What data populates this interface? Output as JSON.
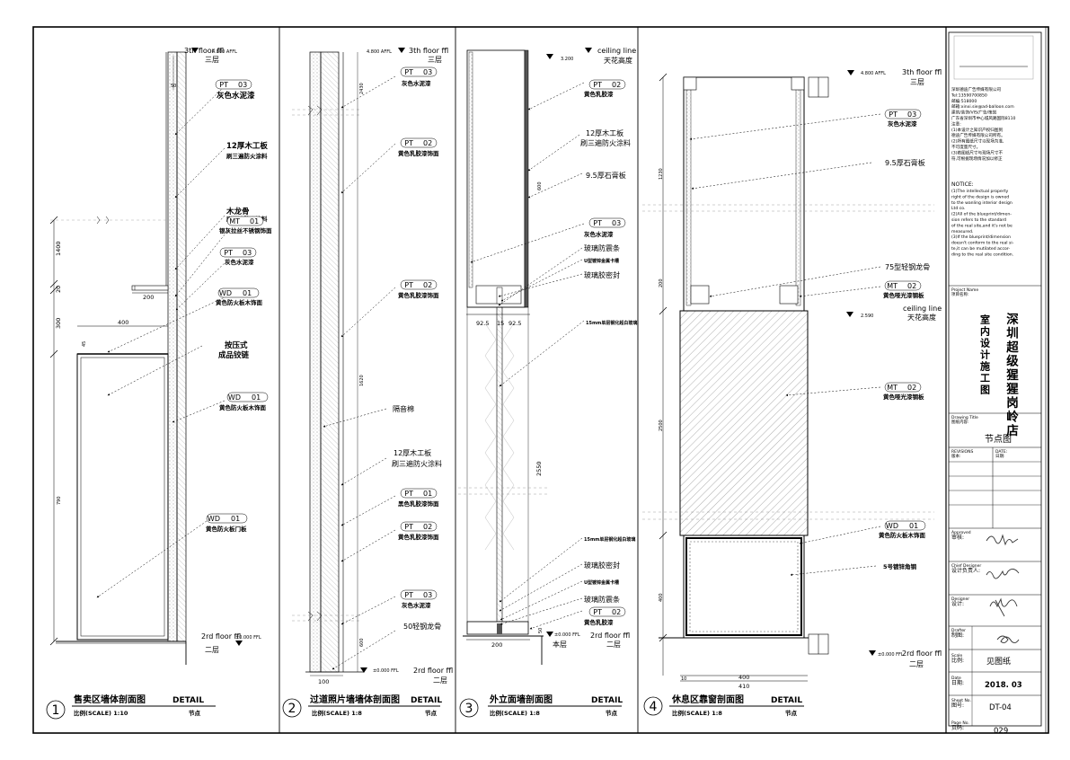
{
  "panels": [
    {
      "number": "1",
      "title": "售卖区墙体剖面图",
      "detail": "DETAIL",
      "scale": "比例(SCALE) 1:10",
      "node": "节点",
      "top_level": "3th floor ffl",
      "top_elev": "4.800 AFFL",
      "top_floor_cn": "三层",
      "bottom_level": "2rd floor ffl",
      "bottom_elev": "±0.000 FFL",
      "bottom_floor_cn": "二层",
      "dims": [
        "1400",
        "20",
        "300",
        "790",
        "200",
        "400",
        "50",
        "45"
      ],
      "callouts": [
        {
          "code": "PT",
          "num": "03",
          "desc": "灰色水泥漆"
        },
        {
          "code": "",
          "num": "",
          "desc": "12厚木工板"
        },
        {
          "code": "",
          "num": "",
          "desc": "刷三遍防火涂料"
        },
        {
          "code": "",
          "num": "",
          "desc": "木龙骨"
        },
        {
          "code": "",
          "num": "",
          "desc": "刷三遍防火涂料"
        },
        {
          "code": "MT",
          "num": "01",
          "desc": "银灰拉丝不锈钢饰面"
        },
        {
          "code": "PT",
          "num": "03",
          "desc": "灰色水泥漆"
        },
        {
          "code": "WD",
          "num": "01",
          "desc": "黄色防火板木饰面"
        },
        {
          "code": "",
          "num": "",
          "desc": "按压式"
        },
        {
          "code": "",
          "num": "",
          "desc": "成品铰链"
        },
        {
          "code": "WD",
          "num": "01",
          "desc": "黄色防火板木饰面"
        },
        {
          "code": "WD",
          "num": "01",
          "desc": "黄色防火板门板"
        }
      ]
    },
    {
      "number": "2",
      "title": "过道照片墙墙体剖面图",
      "detail": "DETAIL",
      "scale": "比例(SCALE) 1:8",
      "node": "节点",
      "top_level": "3th floor ffl",
      "top_elev": "4.800 AFFL",
      "top_floor_cn": "三层",
      "bottom_level": "2rd floor ffl",
      "bottom_elev": "±0.000 FFL",
      "bottom_floor_cn": "二层",
      "dims": [
        "2430",
        "1620",
        "600",
        "100"
      ],
      "callouts": [
        {
          "code": "PT",
          "num": "03",
          "desc": "灰色水泥漆"
        },
        {
          "code": "PT",
          "num": "02",
          "desc": "黄色乳胶漆饰面"
        },
        {
          "code": "PT",
          "num": "02",
          "desc": "黄色乳胶漆饰面"
        },
        {
          "code": "",
          "num": "",
          "desc": "隔音棉"
        },
        {
          "code": "",
          "num": "",
          "desc": "12厚木工板"
        },
        {
          "code": "",
          "num": "",
          "desc": "刷三遍防火涂料"
        },
        {
          "code": "PT",
          "num": "01",
          "desc": "黑色乳胶漆饰面"
        },
        {
          "code": "PT",
          "num": "02",
          "desc": "黄色乳胶漆饰面"
        },
        {
          "code": "PT",
          "num": "03",
          "desc": "灰色水泥漆"
        },
        {
          "code": "",
          "num": "",
          "desc": "50轻钢龙骨"
        }
      ]
    },
    {
      "number": "3",
      "title": "外立面墙剖面图",
      "detail": "DETAIL",
      "scale": "比例(SCALE) 1:8",
      "node": "节点",
      "top_level": "ceiling line",
      "top_elev": "3.200",
      "top_floor_cn": "天花高度",
      "bottom_level": "2rd floor ffl",
      "bottom_elev": "±0.000 FFL",
      "bottom_floor_cn": "二层",
      "bottom_floor_cn2": "本层",
      "dims": [
        "600",
        "92.5",
        "15",
        "92.5",
        "2550",
        "200",
        "50"
      ],
      "callouts": [
        {
          "code": "PT",
          "num": "02",
          "desc": "黄色乳胶漆"
        },
        {
          "code": "",
          "num": "",
          "desc": "12厚木工板"
        },
        {
          "code": "",
          "num": "",
          "desc": "刷三遍防火涂料"
        },
        {
          "code": "",
          "num": "",
          "desc": "9.5厚石膏板"
        },
        {
          "code": "PT",
          "num": "03",
          "desc": "灰色水泥漆"
        },
        {
          "code": "",
          "num": "",
          "desc": "玻璃防震条"
        },
        {
          "code": "",
          "num": "",
          "desc": "U型镀锌金属卡槽"
        },
        {
          "code": "",
          "num": "",
          "desc": "玻璃胶密封"
        },
        {
          "code": "",
          "num": "",
          "desc": "15mm单层钢化超白玻璃"
        },
        {
          "code": "",
          "num": "",
          "desc": "15mm单层钢化超白玻璃"
        },
        {
          "code": "",
          "num": "",
          "desc": "玻璃胶密封"
        },
        {
          "code": "",
          "num": "",
          "desc": "U型镀锌金属卡槽"
        },
        {
          "code": "",
          "num": "",
          "desc": "玻璃防震条"
        },
        {
          "code": "PT",
          "num": "02",
          "desc": "黄色乳胶漆"
        }
      ]
    },
    {
      "number": "4",
      "title": "休息区靠窗剖面图",
      "detail": "DETAIL",
      "scale": "比例(SCALE) 1:8",
      "node": "节点",
      "top_level": "3th floor ffl",
      "top_elev": "4.800 AFFL",
      "top_floor_cn": "三层",
      "mid_level": "ceiling line",
      "mid_elev": "2.590",
      "mid_floor_cn": "天花高度",
      "bottom_level": "2rd floor ffl",
      "bottom_elev": "±0.000 FFL",
      "bottom_floor_cn": "二层",
      "dims": [
        "1230",
        "200",
        "2500",
        "400",
        "10",
        "400",
        "410"
      ],
      "callouts": [
        {
          "code": "PT",
          "num": "03",
          "desc": "灰色水泥漆"
        },
        {
          "code": "",
          "num": "",
          "desc": "9.5厚石膏板"
        },
        {
          "code": "",
          "num": "",
          "desc": "75型轻钢龙骨"
        },
        {
          "code": "MT",
          "num": "02",
          "desc": "黄色哑光漆钢板"
        },
        {
          "code": "MT",
          "num": "02",
          "desc": "黄色哑光漆钢板"
        },
        {
          "code": "WD",
          "num": "01",
          "desc": "黄色防火板木饰面"
        },
        {
          "code": "",
          "num": "",
          "desc": "5号镀锌角钢"
        }
      ]
    }
  ],
  "titleblock": {
    "company_lines": [
      "深圳德迪广告传媒有限公司",
      "Tel:13590700850",
      "邮编:518000",
      "邮箱:xinxi.sie@ad-balloon.com",
      "建筑/装饰/VIS/广告/策划",
      "广东省深圳市中心城风路国际8110",
      "注意:",
      "(1)本设计之知识产权归图到",
      "德迪广告传媒有限公司所有。",
      "(2)所有图纸尺寸以现场为准,",
      "不可度量尺寸。",
      "(3)若图纸尺寸与现场尺寸不",
      "符,可根据现场情况加以修正"
    ],
    "notice_title": "NOTICE:",
    "notice_lines": [
      "(1)The intellectual property",
      "right of the design is owned",
      "to the wanling interior design",
      "Ltd co.",
      "(2)All of the blueprint/dimen-",
      "sion refers to the standard",
      "of the real site,and it's not be",
      "measured.",
      "(3)If the blueprint/dimension",
      "doesn't conform to the real si-",
      "te,it can be mutilated accor-",
      "ding to the real site condition."
    ],
    "project_name_label": "Project Name\n项目名称:",
    "project_name_right": "深圳超级猩猩岗岭店",
    "project_name_left": "室内设计施工图",
    "drawing_title_label": "Drawing Title\n图纸内容:",
    "drawing_title": "节点图",
    "revisions_label": "REVISIONS\n版本:",
    "date_label": "DATE:\n日期:",
    "approved_label": "Approved\n审核:",
    "chief_designer_label": "Chief Designer\n设计负责人:",
    "designer_label": "Designer\n设计:",
    "drafter_label": "Drafter\n制图:",
    "scale_label": "Scale\n比例:",
    "scale_value": "见图纸",
    "date_label2": "Date\n日期:",
    "date_value": "2018. 03",
    "sheet_no_label": "Sheet No.\n图号:",
    "sheet_no_value": "DT-04",
    "page_no_label": "Page No.\n页码:",
    "page_no_value": "029"
  }
}
